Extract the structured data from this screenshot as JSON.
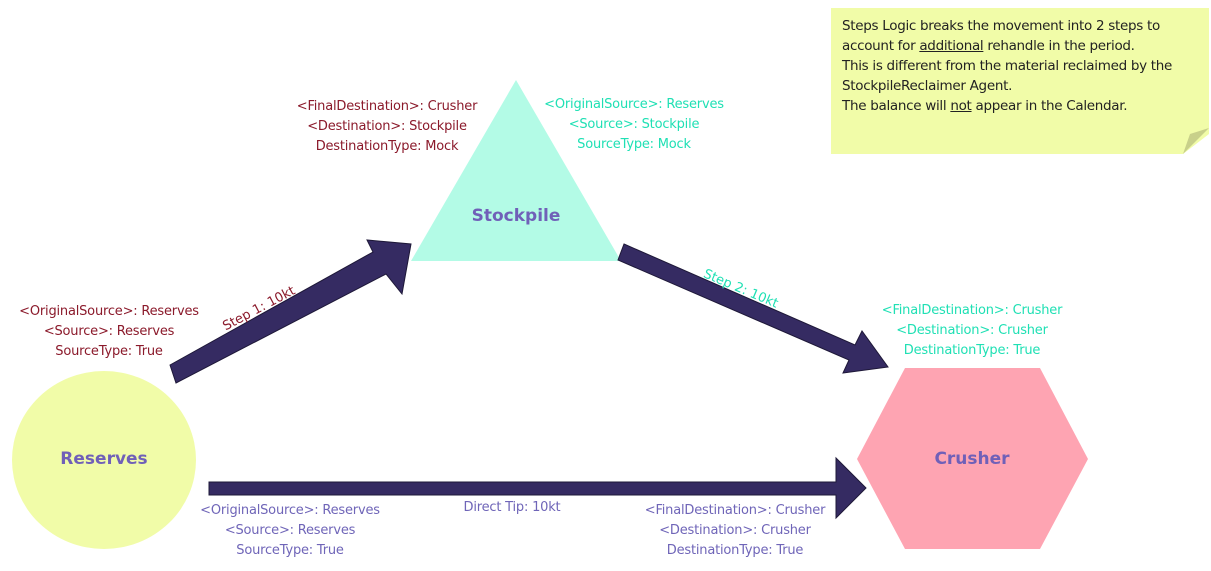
{
  "colors": {
    "arrow": "#352b62",
    "reserves_fill": "#f1fca8",
    "stockpile_fill": "#b3fbe6",
    "crusher_fill": "#fea4b2",
    "note_fill": "#f1fca8",
    "note_fold": "#c8d08a",
    "red_text": "#8b1a2b",
    "teal_text": "#1fe0b4",
    "purple_text": "#6f65b8"
  },
  "nodes": {
    "reserves": {
      "label": "Reserves",
      "shape": "circle"
    },
    "stockpile": {
      "label": "Stockpile",
      "shape": "triangle"
    },
    "crusher": {
      "label": "Crusher",
      "shape": "hexagon"
    }
  },
  "arrows": {
    "step1": {
      "label": "Step 1: 10kt",
      "from": "Reserves",
      "to": "Stockpile"
    },
    "step2": {
      "label": "Step 2: 10kt",
      "from": "Stockpile",
      "to": "Crusher"
    },
    "direct": {
      "label": "Direct Tip: 10kt",
      "from": "Reserves",
      "to": "Crusher"
    }
  },
  "annotations": {
    "step1_source": [
      "<OriginalSource>: Reserves",
      "<Source>: Reserves",
      "SourceType: True"
    ],
    "step1_destination": [
      "<FinalDestination>: Crusher",
      "<Destination>: Stockpile",
      "DestinationType: Mock"
    ],
    "step2_source": [
      "<OriginalSource>: Reserves",
      "<Source>: Stockpile",
      "SourceType: Mock"
    ],
    "step2_destination": [
      "<FinalDestination>: Crusher",
      "<Destination>: Crusher",
      "DestinationType: True"
    ],
    "direct_source": [
      "<OriginalSource>: Reserves",
      "<Source>: Reserves",
      "SourceType: True"
    ],
    "direct_destination": [
      "<FinalDestination>: Crusher",
      "<Destination>: Crusher",
      "DestinationType: True"
    ]
  },
  "note": {
    "line1": "Steps Logic breaks the movement into 2 steps to",
    "line2_pre": "account for ",
    "line2_underlined": "additional",
    "line2_post": " rehandle in the period.",
    "line3": "This is different from the material reclaimed by the",
    "line4": "StockpileReclaimer Agent.",
    "line5_pre": "The balance will ",
    "line5_underlined": "not",
    "line5_post": " appear in the Calendar."
  }
}
